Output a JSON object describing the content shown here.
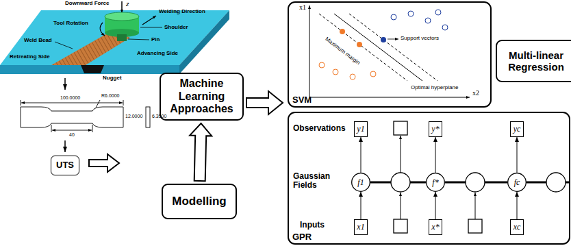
{
  "diagram": {
    "nodes": [
      {
        "text": [
          "UTS"
        ]
      },
      {
        "text": [
          "Machine Learning Approaches"
        ]
      },
      {
        "text": [
          "Modelling"
        ]
      },
      {
        "text": [
          "SVM"
        ]
      },
      {
        "text": [
          "Multi-linear Regression"
        ]
      },
      {
        "text": [
          "GPR"
        ]
      },
      {
        "text": [
          "y1"
        ],
        "in": 5
      },
      {
        "text": [
          "y*"
        ],
        "in": 5
      },
      {
        "text": [
          "yc"
        ],
        "in": 5
      },
      {
        "text": [
          "f1"
        ],
        "in": 5
      },
      {
        "text": [
          "f*"
        ],
        "in": 5
      },
      {
        "text": [
          "fc"
        ],
        "in": 5
      },
      {
        "text": [
          "x1"
        ],
        "in": 5
      },
      {
        "text": [
          "x*"
        ],
        "in": 5
      },
      {
        "text": [
          "xc"
        ],
        "in": 5
      }
    ],
    "edges": [
      {
        "from": 2,
        "to": 1,
        "arrow": "to"
      },
      {
        "from": 12,
        "to": 9,
        "arrow": "to"
      },
      {
        "from": 9,
        "to": 6,
        "arrow": "to"
      },
      {
        "from": 13,
        "to": 10,
        "arrow": "to"
      },
      {
        "from": 10,
        "to": 7,
        "arrow": "to"
      },
      {
        "from": 14,
        "to": 11,
        "arrow": "to"
      },
      {
        "from": 11,
        "to": 8,
        "arrow": "to"
      },
      {
        "from": 9,
        "to": 10,
        "arrow": "none"
      },
      {
        "from": 10,
        "to": 11,
        "arrow": "none"
      }
    ],
    "labels": [
      "Downward Force",
      "z",
      "Tool Rotation",
      "Welding Direction",
      "Shoulder",
      "Pin",
      "Weld Bead",
      "Advancing Side",
      "Retreating Side",
      "Nugget",
      "100.0000",
      "R6.0000",
      "12.0000",
      "6.3500",
      "40",
      "x1",
      "x2",
      "Maximum margin",
      "Support vectors",
      "Optimal hyperplane",
      "Observations",
      "Gaussian Fields",
      "Inputs"
    ]
  }
}
